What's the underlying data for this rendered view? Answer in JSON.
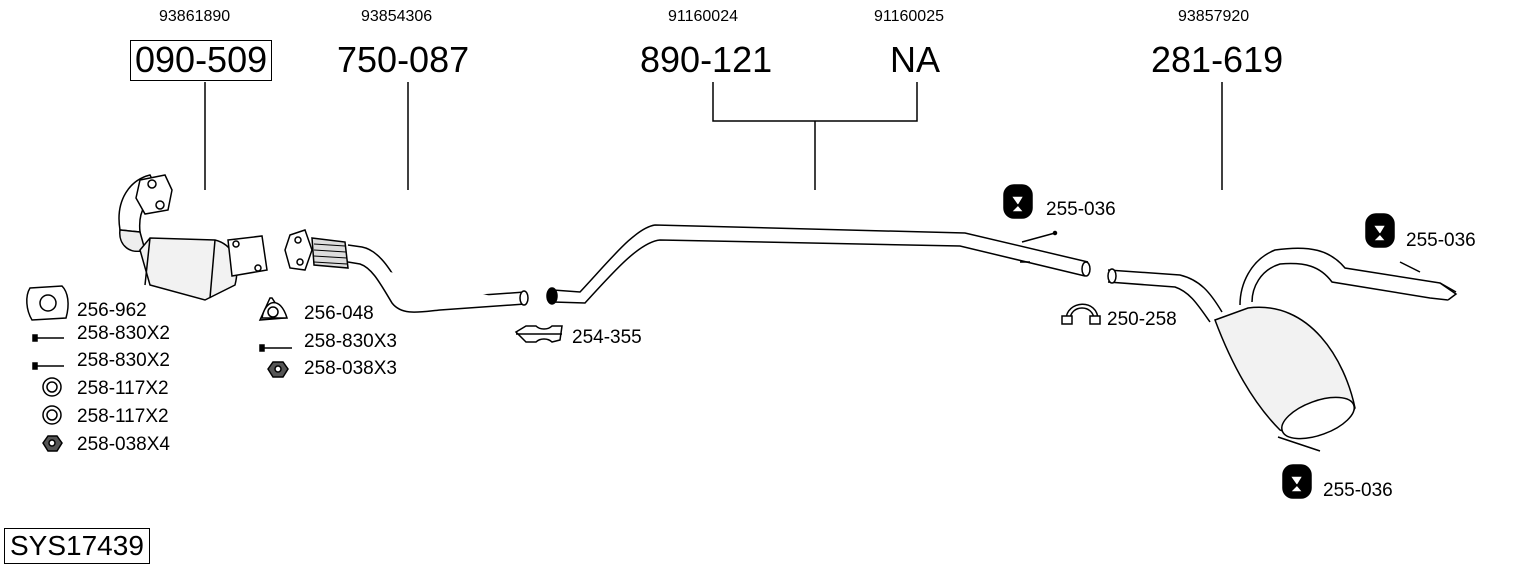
{
  "oem_numbers": [
    "93861890",
    "93854306",
    "91160024",
    "91160025",
    "93857920"
  ],
  "main_parts": [
    "090-509",
    "750-087",
    "890-121",
    "NA",
    "281-619"
  ],
  "left_parts": [
    "256-962",
    "258-830X2",
    "258-830X2",
    "258-117X2",
    "258-117X2",
    "258-038X4"
  ],
  "mid_parts": [
    "256-048",
    "258-830X3",
    "258-038X3"
  ],
  "clamp_parts": [
    "254-355",
    "250-258"
  ],
  "hanger_parts": [
    "255-036",
    "255-036",
    "255-036"
  ],
  "system_code": "SYS17439"
}
